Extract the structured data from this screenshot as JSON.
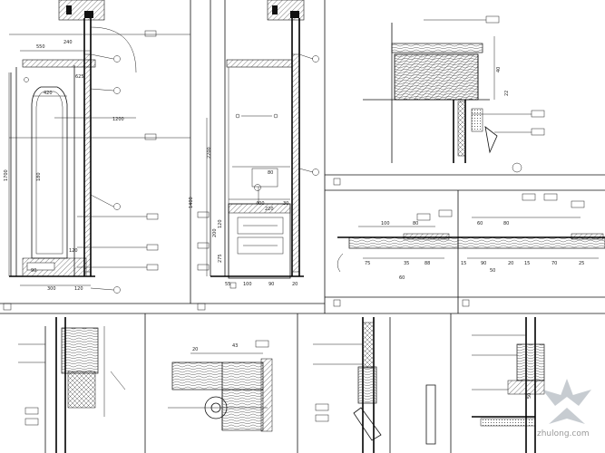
{
  "elevations": {
    "left": {
      "dims": [
        "550",
        "240",
        "625",
        "420",
        "1200",
        "1700",
        "180",
        "120",
        "90",
        "300",
        "120"
      ]
    },
    "right": {
      "dims": [
        "2200",
        "1400",
        "400",
        "80",
        "30",
        "275",
        "120",
        "200",
        "55",
        "100",
        "90",
        "20",
        "220"
      ]
    }
  },
  "top_right_detail": {
    "dims": [
      "40",
      "22"
    ]
  },
  "mid_details": {
    "left_dims": [
      "100",
      "80",
      "75",
      "35",
      "88",
      "60"
    ],
    "right_dims": [
      "60",
      "80",
      "15",
      "90",
      "20",
      "15",
      "50",
      "70",
      "25"
    ]
  },
  "bottom_details": {
    "d2_dims": [
      "20",
      "43"
    ],
    "d4_dims": [
      "50"
    ]
  },
  "watermark": {
    "text": "zhulong.com"
  }
}
